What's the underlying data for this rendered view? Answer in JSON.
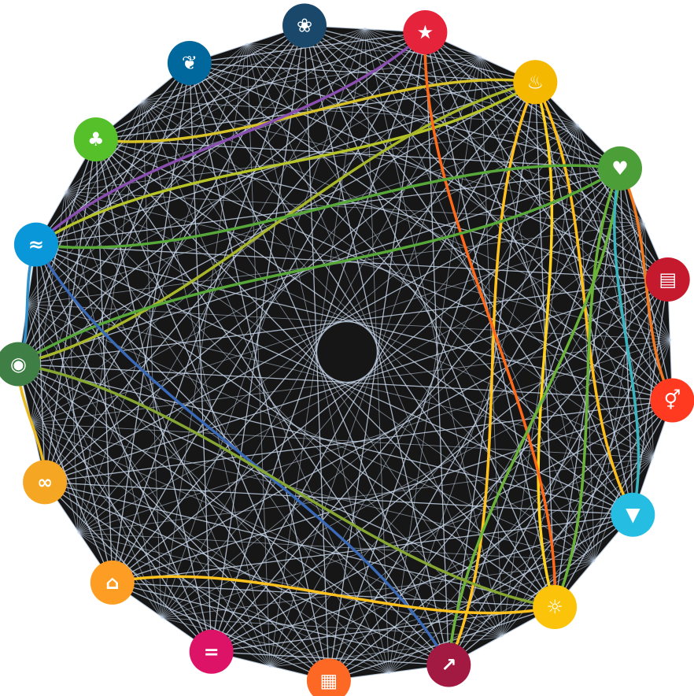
{
  "diagram": {
    "type": "network-circle",
    "background_color": "#161616",
    "mesh_color": "#c9d8ec",
    "nodes": [
      {
        "id": "n1",
        "name": "no-poverty-icon",
        "color": "#E5243B",
        "glyph": "★"
      },
      {
        "id": "n2",
        "name": "zero-hunger-icon",
        "color": "#F5B800",
        "glyph": "♨"
      },
      {
        "id": "n3",
        "name": "good-health-icon",
        "color": "#4C9F38",
        "glyph": "♥"
      },
      {
        "id": "n4",
        "name": "quality-education-icon",
        "color": "#C5192D",
        "glyph": "▤"
      },
      {
        "id": "n5",
        "name": "gender-equality-icon",
        "color": "#FF3A21",
        "glyph": "⚥"
      },
      {
        "id": "n6",
        "name": "clean-water-icon",
        "color": "#26BDE2",
        "glyph": "▼"
      },
      {
        "id": "n7",
        "name": "clean-energy-icon",
        "color": "#FCC30B",
        "glyph": "☼"
      },
      {
        "id": "n8",
        "name": "economic-growth-icon",
        "color": "#A21942",
        "glyph": "↗"
      },
      {
        "id": "n9",
        "name": "industry-innovation-icon",
        "color": "#FD6925",
        "glyph": "▦"
      },
      {
        "id": "n10",
        "name": "reduced-inequalities-icon",
        "color": "#DD1367",
        "glyph": "="
      },
      {
        "id": "n11",
        "name": "sustainable-cities-icon",
        "color": "#FD9D24",
        "glyph": "⌂"
      },
      {
        "id": "n12",
        "name": "responsible-consumption-icon",
        "color": "#F5A623",
        "glyph": "∞"
      },
      {
        "id": "n13",
        "name": "climate-action-icon",
        "color": "#3F7E44",
        "glyph": "◉"
      },
      {
        "id": "n14",
        "name": "life-below-water-icon",
        "color": "#0A97D9",
        "glyph": "≈"
      },
      {
        "id": "n15",
        "name": "life-on-land-icon",
        "color": "#56C02B",
        "glyph": "♣"
      },
      {
        "id": "n16",
        "name": "peace-justice-icon",
        "color": "#00689D",
        "glyph": "❦"
      },
      {
        "id": "n17",
        "name": "partnerships-icon",
        "color": "#19486A",
        "glyph": "❀"
      }
    ],
    "highlighted_links": [
      {
        "from": "n2",
        "to": "n15",
        "color": "#d7c22a"
      },
      {
        "from": "n2",
        "to": "n14",
        "color": "#b8c52a"
      },
      {
        "from": "n2",
        "to": "n13",
        "color": "#a9b82a"
      },
      {
        "from": "n2",
        "to": "n7",
        "color": "#ffd21e"
      },
      {
        "from": "n2",
        "to": "n8",
        "color": "#ffc21e"
      },
      {
        "from": "n2",
        "to": "n6",
        "color": "#ffbf1a"
      },
      {
        "from": "n1",
        "to": "n7",
        "color": "#ff6a1a"
      },
      {
        "from": "n1",
        "to": "n14",
        "color": "#8a4fb0"
      },
      {
        "from": "n3",
        "to": "n14",
        "color": "#58a83a"
      },
      {
        "from": "n3",
        "to": "n13",
        "color": "#58a83a"
      },
      {
        "from": "n3",
        "to": "n7",
        "color": "#6cb33a"
      },
      {
        "from": "n3",
        "to": "n8",
        "color": "#6cb33a"
      },
      {
        "from": "n3",
        "to": "n6",
        "color": "#3bb6c0"
      },
      {
        "from": "n3",
        "to": "n5",
        "color": "#f27a20"
      },
      {
        "from": "n14",
        "to": "n8",
        "color": "#3a6ab8"
      },
      {
        "from": "n13",
        "to": "n7",
        "color": "#86a832"
      },
      {
        "from": "n13",
        "to": "n12",
        "color": "#e8b820"
      },
      {
        "from": "n7",
        "to": "n11",
        "color": "#ffc21e"
      },
      {
        "from": "n14",
        "to": "n13",
        "color": "#2f8fc8"
      }
    ]
  }
}
